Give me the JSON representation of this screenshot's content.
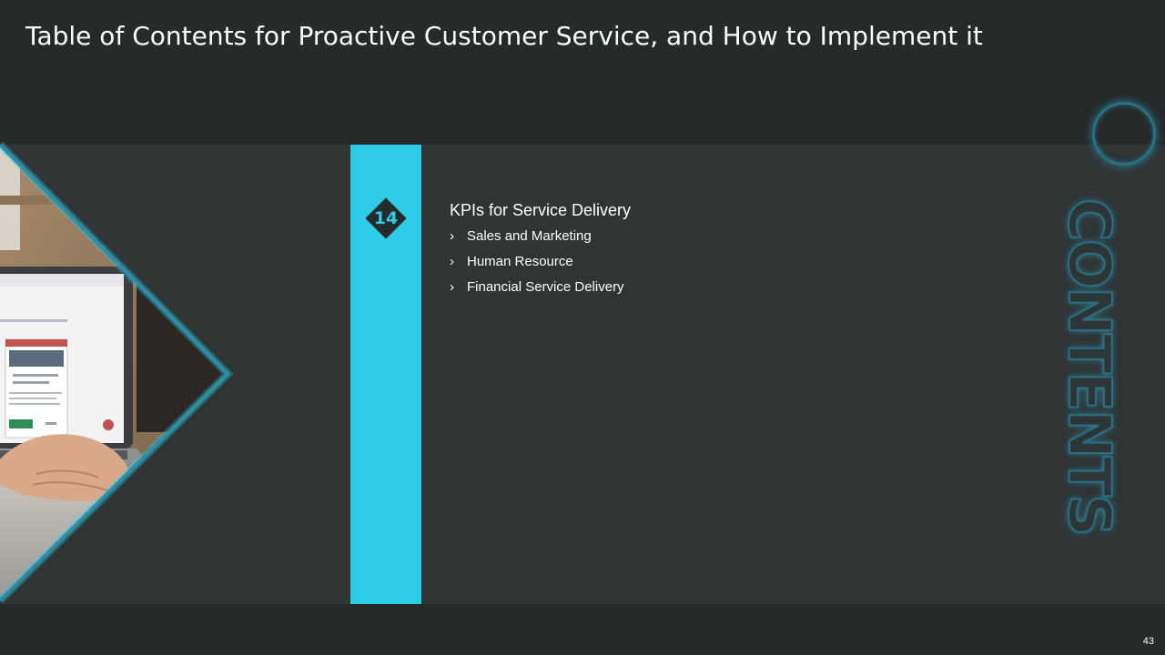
{
  "slide": {
    "title": "Table of Contents for Proactive Customer Service, and How to Implement it",
    "page_number": "43"
  },
  "agenda": {
    "number": "14",
    "heading": "KPIs for Service Delivery",
    "items": [
      "Sales and Marketing",
      "Human Resource",
      "Financial Service Delivery"
    ]
  },
  "side_word": "CONTENTS",
  "icons": {
    "bullet": "chevron-right-icon",
    "ring": "circle-outline-icon"
  },
  "colors": {
    "background": "#252a2b",
    "panel": "#2f3435",
    "accent": "#2ecbe9",
    "text": "#ffffff"
  }
}
